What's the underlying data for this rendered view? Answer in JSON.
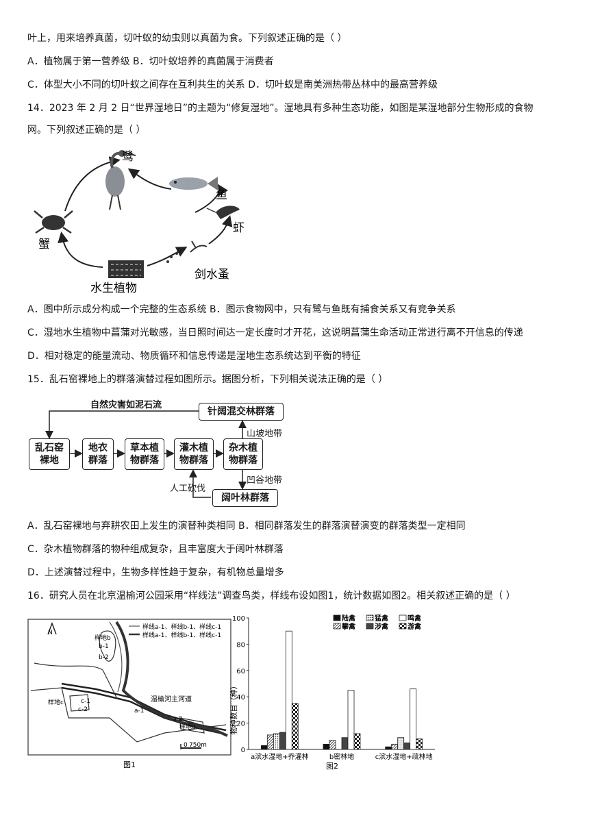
{
  "lines": {
    "l1": "叶上，用来培养真菌，切叶蚁的幼虫则以真菌为食。下列叙述正确的是（    ）",
    "l2": "A．植物属于第一营养级 B．切叶蚁培养的真菌属于消费者",
    "l3": "C．体型大小不同的切叶蚁之间存在互利共生的关系 D．切叶蚁是南美洲热带丛林中的最高营养级",
    "q14a": "14．2023 年 2 月 2 日“世界湿地日”的主题为“修复湿地”。湿地具有多种生态功能，如图是某湿地部分生物形成的食物",
    "q14b": "网。下列叙述正确的是（    ）",
    "a14A": "A．图中所示成分构成一个完整的生态系统 B．图示食物网中，只有鹭与鱼既有捕食关系又有竞争关系",
    "a14C": "C．湿地水生植物中菖蒲对光敏感，当日照时间达一定长度时才开花，这说明菖蒲生命活动正常进行离不开信息的传递",
    "a14D": "D．相对稳定的能量流动、物质循环和信息传递是湿地生态系统达到平衡的特征",
    "q15": "15．乱石窑裸地上的群落演替过程如图所示。据图分析，下列相关说法正确的是（    ）",
    "a15A": "A．乱石窑裸地与弃耕农田上发生的演替种类相同 B．相同群落发生的群落演替演变的群落类型一定相同",
    "a15C": "C．杂木植物群落的物种组成复杂，且丰富度大于阔叶林群落",
    "a15D": "D．上述演替过程中，生物多样性趋于复杂，有机物总量增多",
    "q16": "16．研究人员在北京温榆河公园采用“样线法”调查鸟类，样线布设如图1，统计数据如图2。相关叙述正确的是（    ）"
  },
  "foodweb": {
    "heron": "鹭",
    "fish": "鱼",
    "shrimp": "虾",
    "crab": "蟹",
    "plant": "水生植物",
    "copepod": "剑水蚤"
  },
  "succession": {
    "disaster": "自然灾害如泥石流",
    "forest_mixed": "针阔混交林群落",
    "slope": "山坡地带",
    "valley": "凹谷地带",
    "logging": "人工砍伐",
    "broadleaf": "阔叶林群落",
    "bare": "乱石窑裸地",
    "lichen": "地衣群落",
    "herb": "草本植物群落",
    "shrub": "灌木植物群落",
    "mixed_wood": "杂木植物群落"
  },
  "map": {
    "north": "N",
    "legend1": "样线a-1、样线b-1、样线c-1",
    "legend2": "样线a-1、样线b-1、样线c-1",
    "site_b": "样地b",
    "b1": "b-1",
    "b2": "b-2",
    "site_c": "样地c",
    "c1": "c-1",
    "c2": "c-2",
    "river": "温榆河主河道",
    "a1": "a-1",
    "a2": "a-2",
    "site_a": "样地a",
    "scale_zero": "0",
    "scale": "750m",
    "caption": "图1"
  },
  "chart_data": {
    "type": "bar",
    "ylabel": "物种数目（种）",
    "ylim": [
      0,
      100
    ],
    "yticks": [
      "0",
      "20",
      "40",
      "60",
      "80",
      "100"
    ],
    "categories": [
      "a滨水湿地+乔灌林",
      "b密林地",
      "c滨水湿地+疏林地"
    ],
    "series": [
      {
        "name": "陆禽",
        "values": [
          3,
          4,
          2
        ]
      },
      {
        "name": "攀禽",
        "values": [
          11,
          7,
          4
        ]
      },
      {
        "name": "猛禽",
        "values": [
          12,
          0,
          9
        ]
      },
      {
        "name": "涉禽",
        "values": [
          13,
          9,
          5
        ]
      },
      {
        "name": "鸣禽",
        "values": [
          90,
          45,
          46
        ]
      },
      {
        "name": "游禽",
        "values": [
          35,
          12,
          8
        ]
      }
    ],
    "colors": [
      "#111111",
      "#ffffff",
      "#ffffff",
      "#444444",
      "#ffffff",
      "#ffffff"
    ],
    "caption": "图2"
  }
}
